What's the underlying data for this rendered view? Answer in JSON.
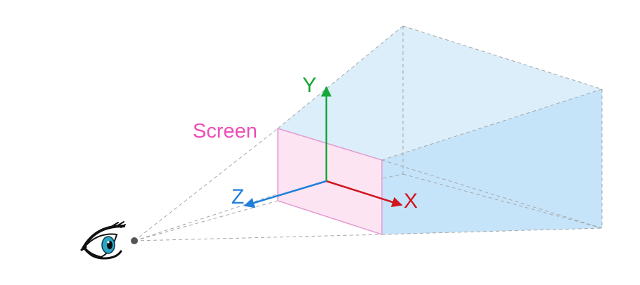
{
  "labels": {
    "screen": "Screen",
    "x_axis": "X",
    "y_axis": "Y",
    "z_axis": "Z"
  },
  "colors": {
    "frustum_fill_light": "#dbeefa",
    "frustum_fill_dark": "#c5e4fa",
    "screen_fill": "#fde3f2",
    "screen_edge": "#e39bd0",
    "screen_label": "#ee4fb5",
    "x_axis": "#d0161e",
    "y_axis": "#17a638",
    "z_axis": "#1f7fdb",
    "guide_lines": "#a6a6a6",
    "eye_point": "#555555"
  },
  "icons": {
    "eye": "eye-icon"
  }
}
